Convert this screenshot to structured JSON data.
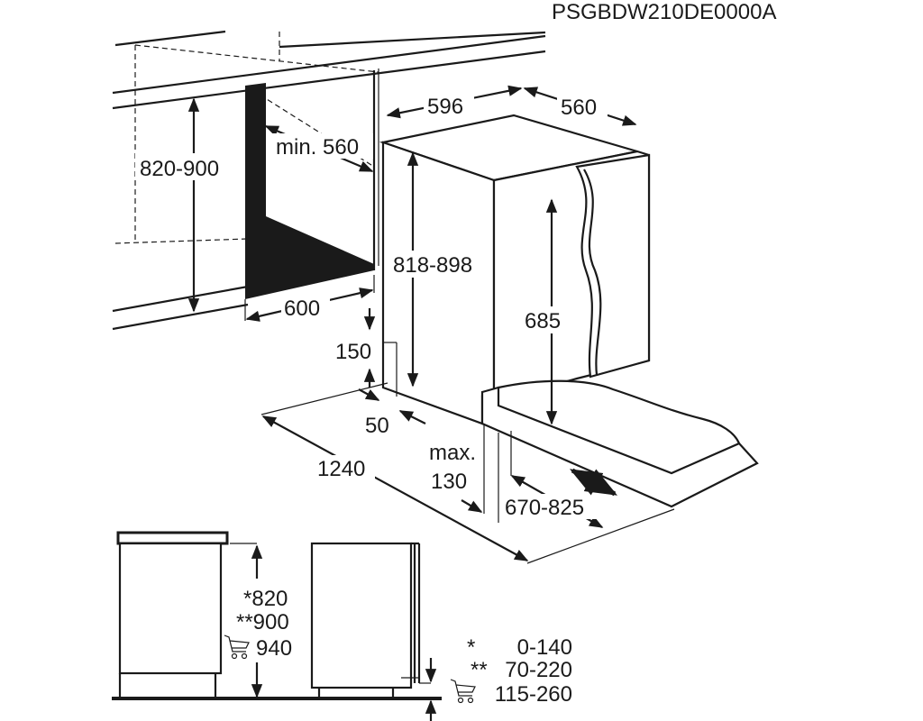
{
  "model_code": "PSGBDW210DE0000A",
  "dimensions": {
    "niche_height": "820-900",
    "niche_depth_min": "min. 560",
    "niche_width": "600",
    "appliance_width": "596",
    "appliance_depth": "560",
    "appliance_height": "818-898",
    "door_height": "685",
    "plinth_height": "150",
    "plinth_depth": "50",
    "total_depth": "1240",
    "max_label": "max.",
    "max_value": "130",
    "door_travel": "670-825"
  },
  "side_view": {
    "heights": [
      "*820",
      "**900",
      "940"
    ],
    "plinth_ranges": [
      {
        "mark": "*",
        "value": "0-140"
      },
      {
        "mark": "**",
        "value": "70-220"
      },
      {
        "mark": "",
        "value": "115-260"
      }
    ]
  },
  "icons": [
    "shopping-cart-icon",
    "arrow-icon"
  ]
}
